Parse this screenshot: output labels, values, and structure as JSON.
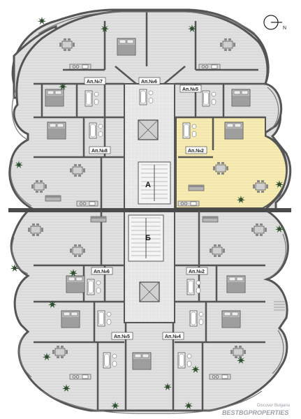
{
  "plan": {
    "blocks": [
      {
        "label": "А"
      },
      {
        "label": "Б"
      }
    ],
    "apartments_top": [
      {
        "label": "Ап.№7"
      },
      {
        "label": "Ап.№6"
      },
      {
        "label": "Ап.№5"
      },
      {
        "label": "Ап.№8"
      },
      {
        "label": "Ап.№2"
      }
    ],
    "apartments_bottom": [
      {
        "label": "Ап.№6"
      },
      {
        "label": "Ап.№2"
      },
      {
        "label": "Ап.№5"
      },
      {
        "label": "Ап.№4"
      }
    ],
    "north_arrow": {
      "letter": "N",
      "icon": "north-arrow-icon"
    },
    "highlight_color": "#f6ecb4",
    "wall_color": "#555555",
    "floor_color": "#e6e6e6"
  },
  "watermark": {
    "line1": "Discover Bulgaria",
    "line2": "BESTBGPROPERTIES"
  }
}
